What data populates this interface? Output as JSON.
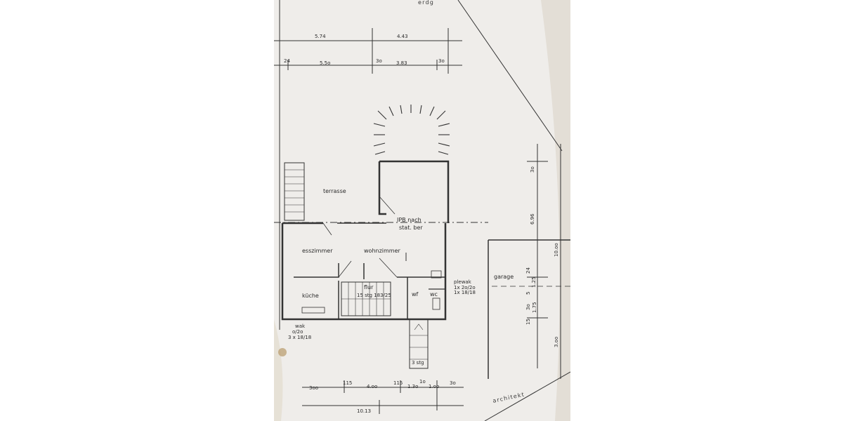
{
  "header": {
    "top_word": "erdg"
  },
  "dimensions": {
    "top1": [
      "5.74",
      "4.43"
    ],
    "top2": [
      "24",
      "5.5o",
      "3o",
      "3.83",
      "3o"
    ],
    "right": [
      "3o",
      "6.96",
      "10.oo",
      "24",
      "1.25",
      "5",
      "3o",
      "1.75",
      "15",
      "3.oo"
    ],
    "bottom1": [
      "3oo",
      "115",
      "4.oo",
      "115",
      "1.3o",
      "1o",
      "1.oo",
      "3o"
    ],
    "bottom2": [
      "10.13"
    ]
  },
  "rooms": {
    "terrasse": "terrasse",
    "ipb_line1": "IPB nach",
    "ipb_line2": "stat. ber",
    "esszimmer": "esszimmer",
    "wohnzimmer": "wohnzimmer",
    "flur": "flur",
    "stairs": "15 stg 183/25",
    "kueche": "küche",
    "wf": "wf",
    "wc": "wc",
    "garage": "garage",
    "stg3": "3 stg"
  },
  "notes": {
    "plewak_right": [
      "plewak",
      "1x 2o/2o",
      "1x 18/18"
    ],
    "plewak_left": [
      "wak",
      "o/2o",
      "3 x 18/18"
    ]
  },
  "footer": {
    "architekt": "architekt"
  },
  "colors": {
    "paper": "#f1efec",
    "ink": "#2a2a2a",
    "background": "#ffffff"
  }
}
